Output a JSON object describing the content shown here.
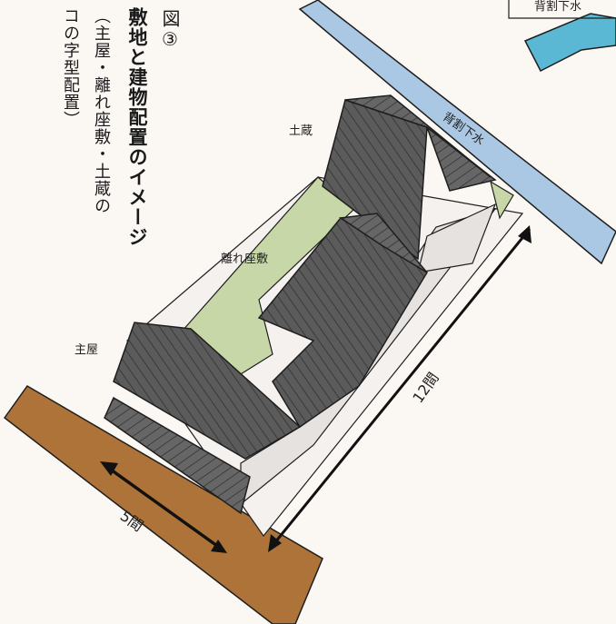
{
  "figure": {
    "number": "図③",
    "title": "敷地と建物配置のイメージ",
    "subtitle_line1": "（主屋・離れ座敷・土蔵の",
    "subtitle_line2": "コの字型配置）"
  },
  "labels": {
    "drain_main": "背割下水",
    "drain_corner": "背割下水",
    "storehouse": "土蔵",
    "annex": "離れ座敷",
    "main_house": "主屋",
    "depth": "12間",
    "frontage": "5間"
  },
  "colors": {
    "background": "#fbf7f3",
    "drain": "#aac8e3",
    "corner_water": "#5bb8d4",
    "road": "#ad7338",
    "garden": "#c7d7a7",
    "roof": "#5b5b5b",
    "wall": "#e6e2df",
    "outline": "#1e1e1e"
  }
}
